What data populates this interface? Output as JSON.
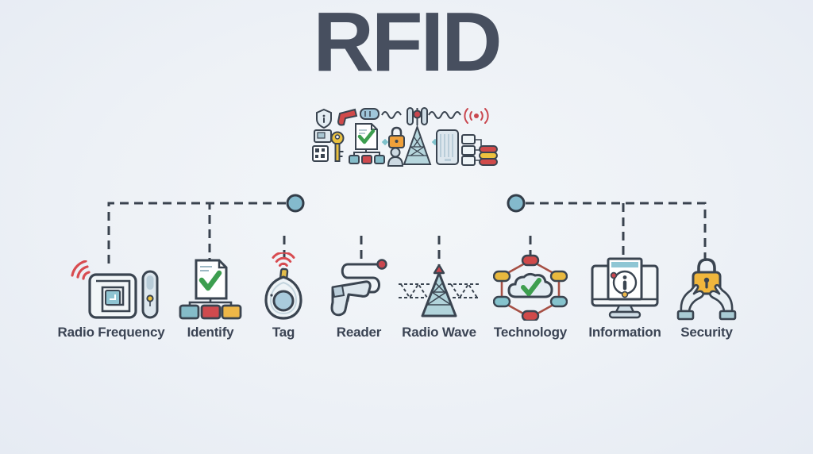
{
  "banner": {
    "title": "RFID",
    "title_color": "#474f5f",
    "background_color": "#eef1f6",
    "connector_color": "#39424e",
    "accent_dot_color": "#84bacd",
    "top_icons": [
      "shield-info-icon",
      "scanner-gun-icon",
      "battery-tag-icon",
      "signal-wave-line",
      "antenna-masts-icon",
      "broadcast-signal-icon",
      "chip-card-icon",
      "qr-code-icon",
      "key-icon",
      "document-check-icon",
      "flowchart-nodes-icon",
      "padlock-icon",
      "person-icon",
      "radio-tower-icon",
      "server-rack-icon",
      "chip-stack-icon",
      "database-coins-icon"
    ],
    "palette": {
      "red": "#cf4a4e",
      "yellow": "#eeb748",
      "teal": "#85bcc9",
      "light_blue": "#a9cbdc",
      "outline": "#3a4450",
      "green_check": "#3d9e4f",
      "fill_light": "#dde7ee"
    },
    "items": [
      {
        "label": "Radio Frequency",
        "icon": "rfid-tag-reader-icon"
      },
      {
        "label": "Identify",
        "icon": "document-check-flowchart-icon"
      },
      {
        "label": "Tag",
        "icon": "keyfob-signal-icon"
      },
      {
        "label": "Reader",
        "icon": "handheld-scanner-icon"
      },
      {
        "label": "Radio Wave",
        "icon": "antenna-tower-waves-icon"
      },
      {
        "label": "Technology",
        "icon": "cloud-check-network-icon"
      },
      {
        "label": "Information",
        "icon": "monitor-info-icon"
      },
      {
        "label": "Security",
        "icon": "hands-padlock-icon"
      }
    ]
  }
}
